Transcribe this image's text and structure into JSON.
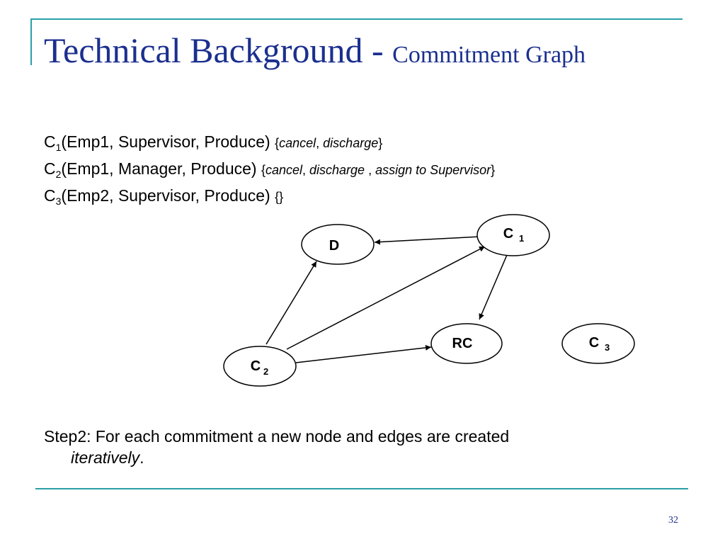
{
  "slide": {
    "title": {
      "main": "Technical Background - ",
      "sub": "Commitment Graph"
    },
    "commitments": [
      {
        "c": "C",
        "sub": "1",
        "body": "(Emp1, Supervisor, Produce) ",
        "open": "{",
        "actions": [
          {
            "text": "cancel",
            "italic": true
          },
          {
            "text": ", ",
            "italic": false
          },
          {
            "text": "discharge",
            "italic": true
          }
        ],
        "close": "}"
      },
      {
        "c": "C",
        "sub": "2",
        "body": "(Emp1, Manager, Produce) ",
        "open": "{",
        "actions": [
          {
            "text": "cancel",
            "italic": true
          },
          {
            "text": ", ",
            "italic": false
          },
          {
            "text": "discharge",
            "italic": true
          },
          {
            "text": " , ",
            "italic": false
          },
          {
            "text": "assign to Supervisor",
            "italic": true
          }
        ],
        "close": "}"
      },
      {
        "c": "C",
        "sub": "3",
        "body": "(Emp2, Supervisor, Produce) ",
        "open": "{",
        "actions": [],
        "close": "}"
      }
    ],
    "step": {
      "prefix": "Step2: For each commitment a new node and edges are created",
      "italic": "iteratively",
      "suffix": "."
    },
    "page_number": "32",
    "colors": {
      "title": "#1b2f8e",
      "rule": "#2aa0a8"
    }
  },
  "graph": {
    "nodes": [
      {
        "id": "D",
        "label": "D",
        "sub": ""
      },
      {
        "id": "C1",
        "label": "C",
        "sub": "1"
      },
      {
        "id": "RC",
        "label": "RC",
        "sub": ""
      },
      {
        "id": "C3",
        "label": "C",
        "sub": "3"
      },
      {
        "id": "C2",
        "label": "C",
        "sub": "2"
      }
    ],
    "edges": [
      {
        "from": "C1",
        "to": "D"
      },
      {
        "from": "C1",
        "to": "RC"
      },
      {
        "from": "C2",
        "to": "D"
      },
      {
        "from": "C2",
        "to": "C1"
      },
      {
        "from": "C2",
        "to": "RC"
      }
    ]
  }
}
